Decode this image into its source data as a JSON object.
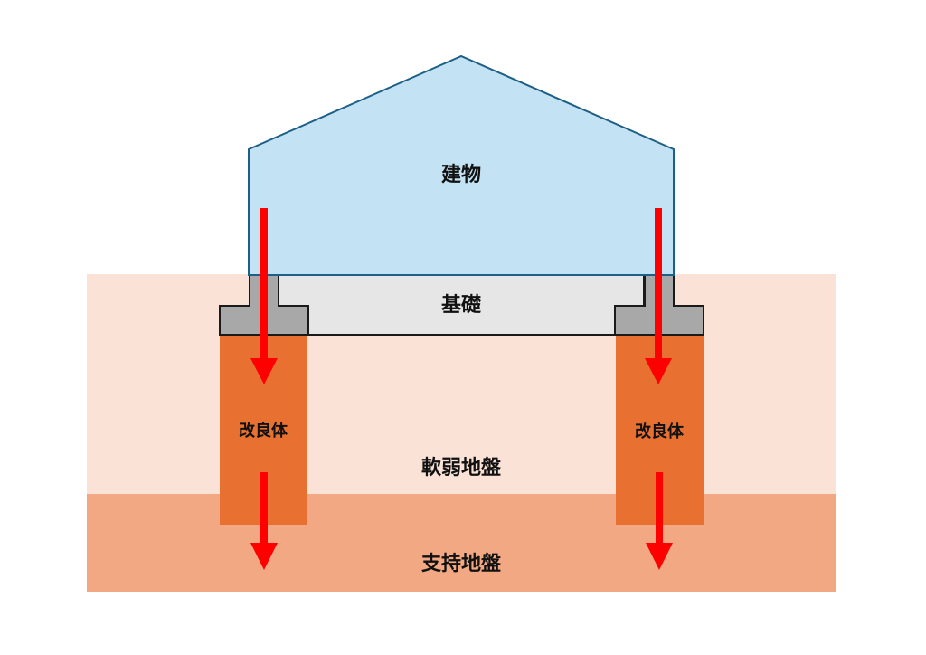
{
  "labels": {
    "building": "建物",
    "foundation": "基礎",
    "improved_body_left": "改良体",
    "improved_body_right": "改良体",
    "soft_ground": "軟弱地盤",
    "bearing_ground": "支持地盤"
  },
  "colors": {
    "building_fill": "#c3e3f4",
    "building_stroke": "#1e5f86",
    "foundation_fill": "#e6e6e6",
    "footing_fill": "#a8a8a8",
    "soft_ground": "#fae3d6",
    "bearing_ground": "#f1a883",
    "improved_body": "#e87031",
    "arrow": "#ff0000"
  }
}
